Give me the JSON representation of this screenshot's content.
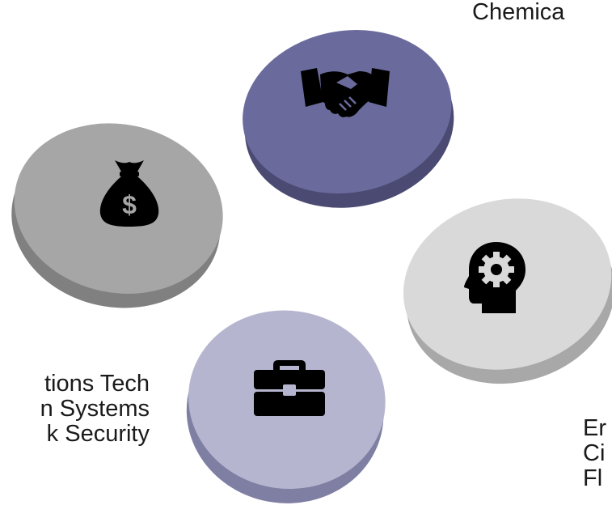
{
  "labels": {
    "top": [
      "Chemica"
    ],
    "left": [
      "tions Tech",
      "n Systems",
      "k Security"
    ],
    "right": [
      "Er",
      "Ci",
      "Fl"
    ]
  },
  "discs": [
    {
      "name": "handshake",
      "icon": "handshake-icon",
      "face": "#6a6a9c",
      "side": "#4a4a72"
    },
    {
      "name": "money",
      "icon": "money-bag-icon",
      "face": "#a6a6a6",
      "side": "#808080"
    },
    {
      "name": "mind",
      "icon": "head-gear-icon",
      "face": "#d9d9d9",
      "side": "#a8a8a8"
    },
    {
      "name": "briefcase",
      "icon": "briefcase-icon",
      "face": "#b5b5cf",
      "side": "#7f7fa3"
    }
  ]
}
